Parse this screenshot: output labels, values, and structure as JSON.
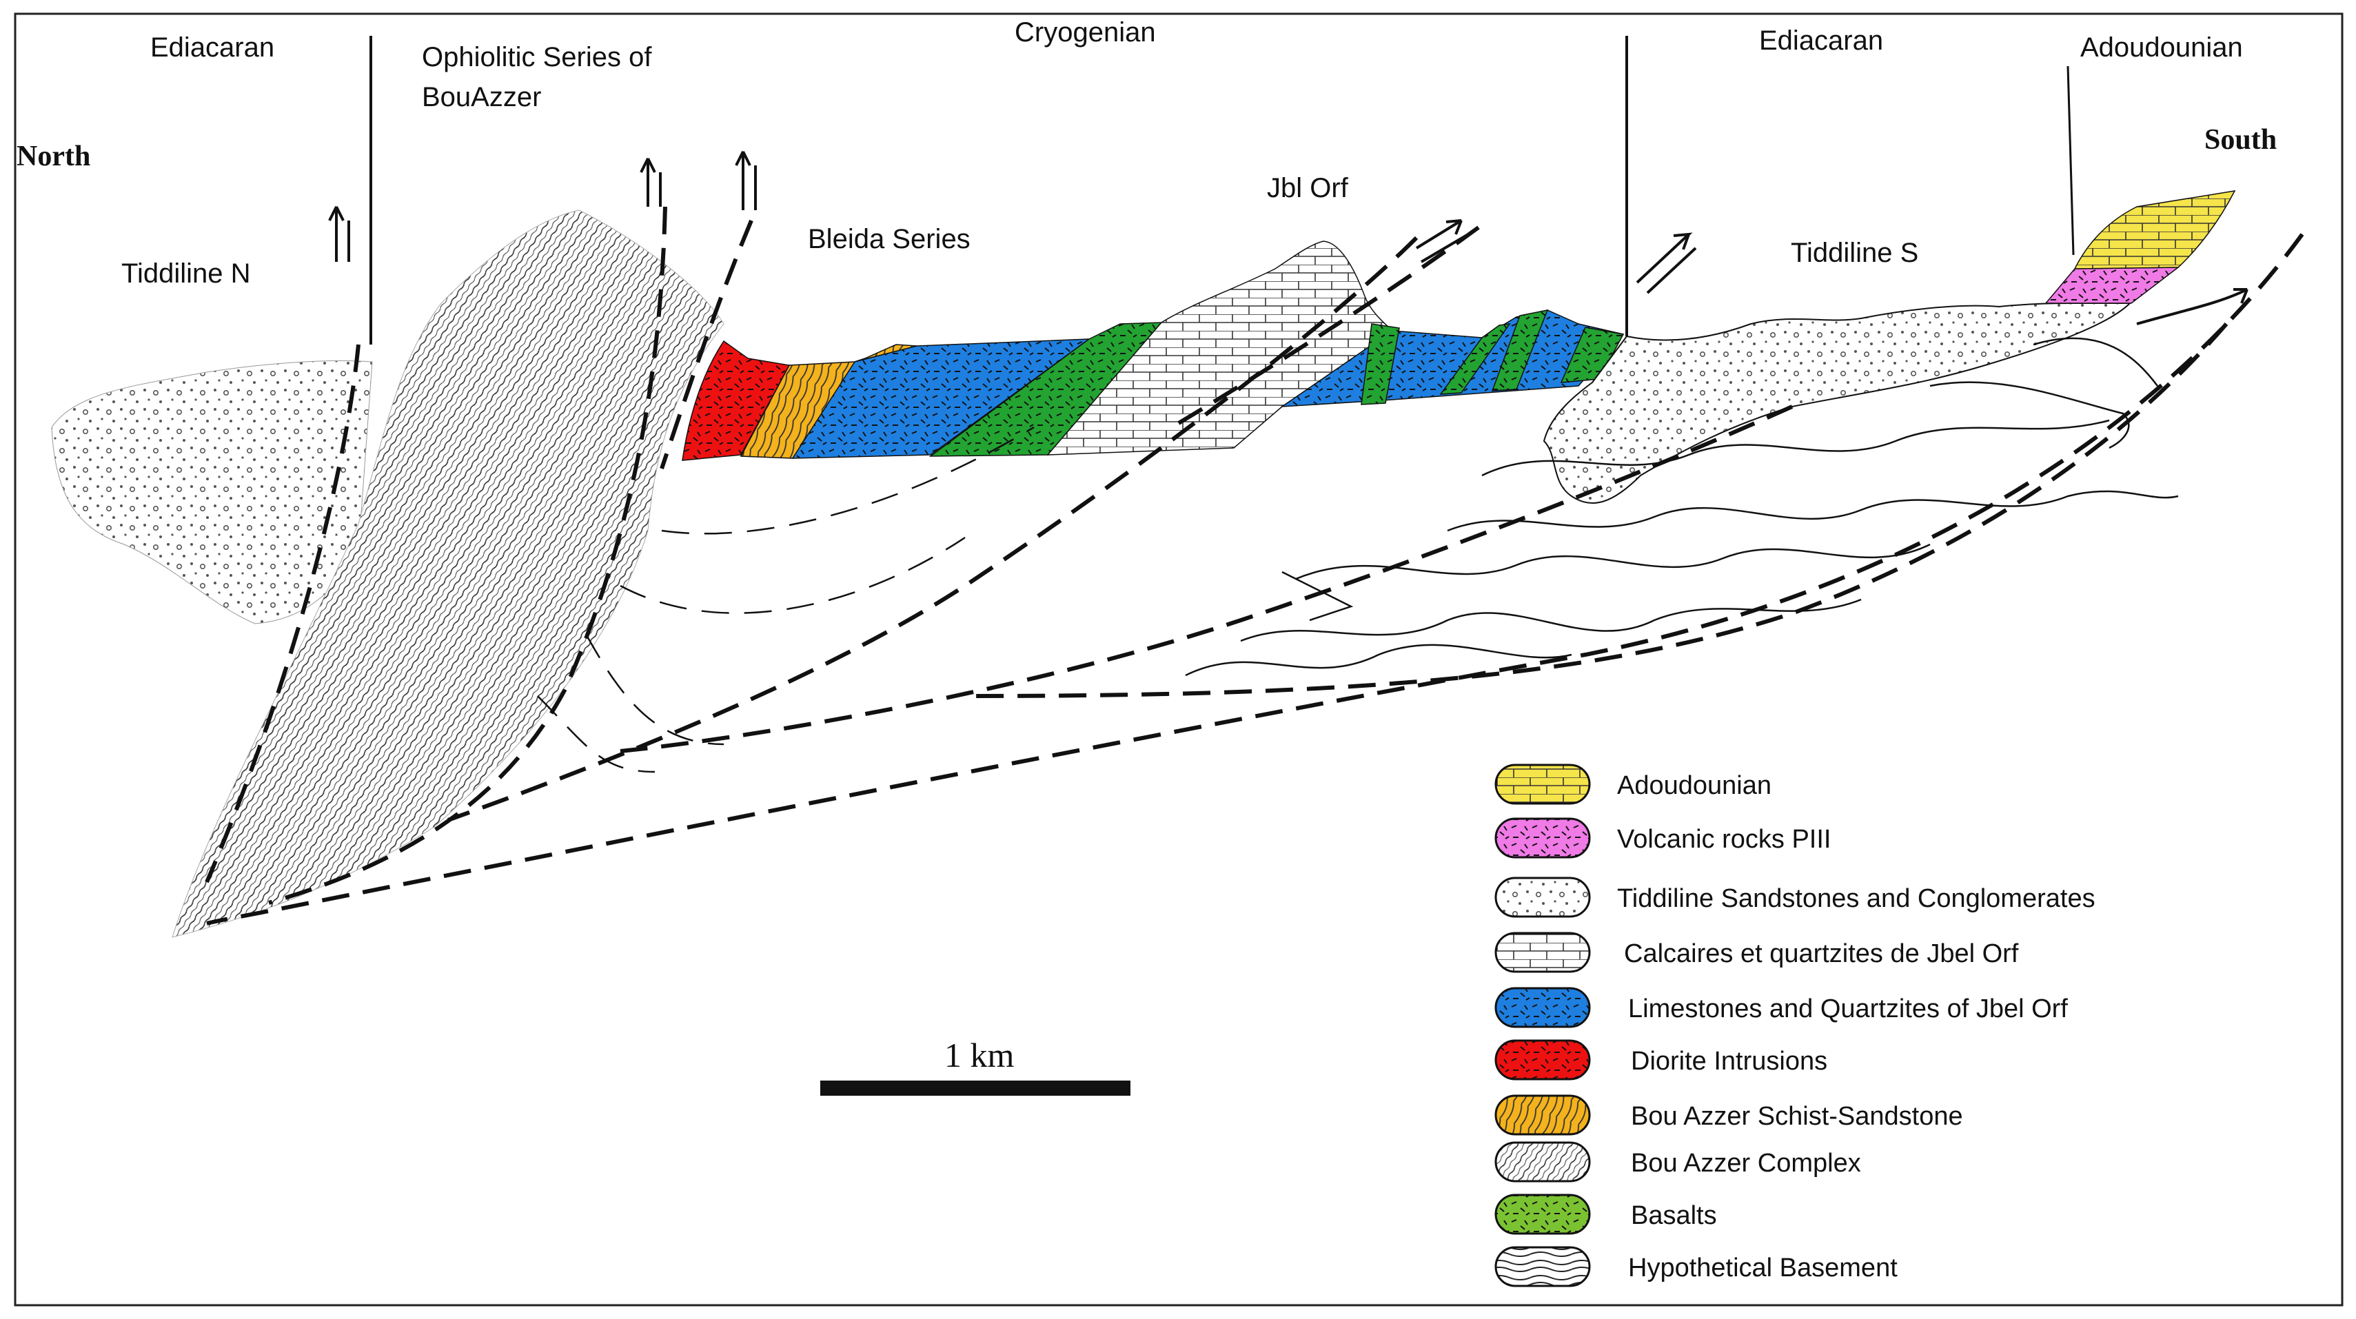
{
  "diagram": {
    "period_labels": {
      "ediacaran_left": "Ediacaran",
      "ophiolitic_line1": "Ophiolitic Series of",
      "ophiolitic_line2": "BouAzzer",
      "cryogenian": "Cryogenian",
      "ediacaran_right": "Ediacaran",
      "adoudounian_top": "Adoudounian"
    },
    "directions": {
      "north": "North",
      "south": "South"
    },
    "place_labels": {
      "tiddiline_n": "Tiddiline N",
      "bleida_series": "Bleida Series",
      "jbl_orf": "Jbl Orf",
      "tiddiline_s": "Tiddiline S"
    },
    "scale_bar": {
      "label": "1 km"
    },
    "legend": [
      {
        "label": "Adoudounian",
        "pattern": "brick",
        "color": "#f5e44a"
      },
      {
        "label": "Volcanic rocks PIII",
        "pattern": "dash",
        "color": "#f07ae6"
      },
      {
        "label": "Tiddiline Sandstones and Conglomerates",
        "pattern": "dots",
        "color": "#ffffff"
      },
      {
        "label": "Calcaires et quartzites de Jbel Orf",
        "pattern": "brick",
        "color": "#ffffff"
      },
      {
        "label": "Limestones and Quartzites of Jbel Orf",
        "pattern": "dash",
        "color": "#1e7fe0"
      },
      {
        "label": "Diorite Intrusions",
        "pattern": "dash",
        "color": "#ee1111"
      },
      {
        "label": "Bou Azzer Schist-Sandstone",
        "pattern": "curve",
        "color": "#f4b21c"
      },
      {
        "label": "Bou Azzer Complex",
        "pattern": "hatch",
        "color": "#ffffff"
      },
      {
        "label": "Basalts",
        "pattern": "dash",
        "color": "#7bc232"
      },
      {
        "label": "Hypothetical Basement",
        "pattern": "wave",
        "color": "#ffffff"
      }
    ],
    "colors": {
      "adoudounian": "#f5e44a",
      "volcanic": "#f07ae6",
      "limestone_blue": "#1e7fe0",
      "diorite_red": "#ee1111",
      "schist_orange": "#f4b21c",
      "basalt_green": "#23a331"
    }
  }
}
